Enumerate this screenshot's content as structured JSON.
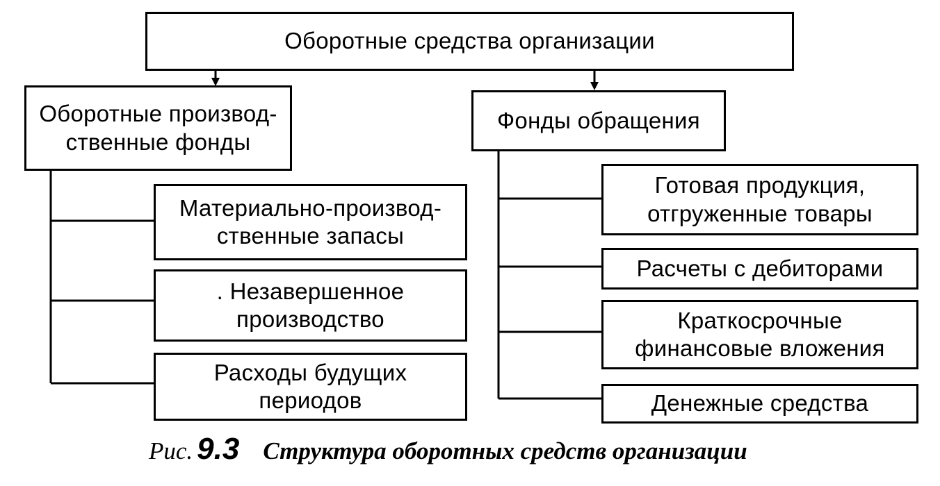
{
  "root": {
    "label": "Оборотные средства организации"
  },
  "left_branch": {
    "header": {
      "lines": [
        "Оборотные производ-",
        "ственные фонды"
      ]
    },
    "items": [
      {
        "lines": [
          "Материально-производ-",
          "ственные запасы"
        ]
      },
      {
        "lines": [
          ". Незавершенное",
          "производство"
        ]
      },
      {
        "lines": [
          "Расходы будущих",
          "периодов"
        ]
      }
    ]
  },
  "right_branch": {
    "header": {
      "lines": [
        "Фонды обращения"
      ]
    },
    "items": [
      {
        "lines": [
          "Готовая продукция,",
          "отгруженные товары"
        ]
      },
      {
        "lines": [
          "Расчеты с дебиторами"
        ]
      },
      {
        "lines": [
          "Краткосрочные",
          "финансовые вложения"
        ]
      },
      {
        "lines": [
          "Денежные средства"
        ]
      }
    ]
  },
  "caption": {
    "prefix": "Рис.",
    "number": "9.3",
    "text": "Структура оборотных средств организации"
  }
}
